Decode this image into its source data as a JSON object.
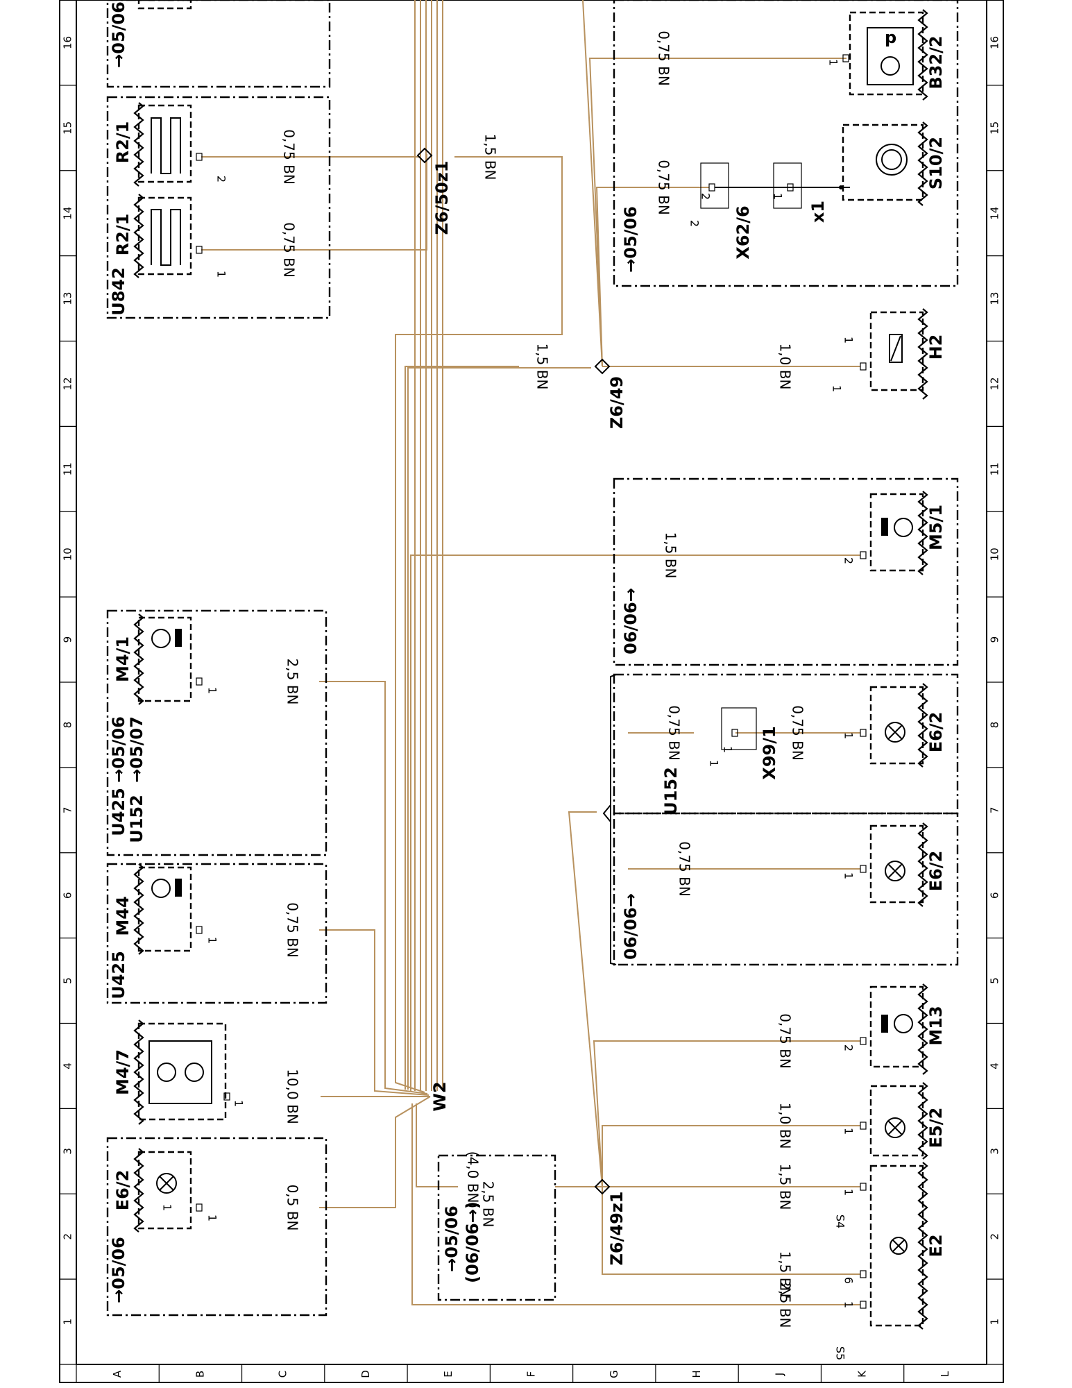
{
  "grid": {
    "columns": [
      "A",
      "B",
      "C",
      "D",
      "E",
      "F",
      "G",
      "H",
      "J",
      "K",
      "L"
    ],
    "rows": [
      "1",
      "2",
      "3",
      "4",
      "5",
      "6",
      "7",
      "8",
      "9",
      "10",
      "11",
      "12",
      "13",
      "14",
      "15",
      "16"
    ]
  },
  "components": {
    "E6_2": "E6/2",
    "M4_7": "M4/7",
    "M44": "M44",
    "M4_1": "M4/1",
    "R2_1a": "R2/1",
    "R2_1b": "R2/1",
    "E2": "E2",
    "E5_2": "E5/2",
    "M13": "M13",
    "E6_2b": "E6/2",
    "E6_2c": "E6/2",
    "X99_1": "X99/1",
    "M5_1": "M5/1",
    "H2": "H2",
    "X62_6": "X62/6",
    "x1": "x1",
    "S10_2": "S10/2",
    "B32_2": "B32/2",
    "W2": "W2",
    "Z6_49z1": "Z6/49z1",
    "Z6_49": "Z6/49",
    "Z6_50z1": "Z6/50z1",
    "U842": "U842",
    "U425": "U425",
    "U425b": "U425",
    "U152": "U152",
    "U152b": "U152"
  },
  "validity": {
    "v1": "→05/06",
    "v2": "→05/06",
    "v3": "→05/06",
    "v4": "→05/06",
    "v5": "(06/06→)",
    "v6": "→05/07",
    "v7": "06/06→",
    "v8": "06/06→",
    "v9": "→05/06"
  },
  "wires": {
    "w_e62": "0,5 BN",
    "w_m47": "10,0 BN",
    "w_m44": "0,75 BN",
    "w_m41": "2,5 BN",
    "w_r21a": "0,75 BN",
    "w_r21b": "0,75 BN",
    "w_z650": "1,5 BN",
    "w_e2_s5": "2,5 BN",
    "w_e2_6": "1,5 BN",
    "w_e2_s4": "1,5 BN",
    "w_e52": "1,0 BN",
    "w_m13": "0,75 BN",
    "w_e62b": "0,75 BN",
    "w_x991a": "0,75 BN",
    "w_x991b": "0,75 BN",
    "w_m51": "1,5 BN",
    "w_z649": "1,5 BN",
    "w_h2": "1,0 BN",
    "w_x626": "0,75 BN",
    "w_b322": "0,75 BN",
    "w_alt1": "2,5 BN",
    "w_alt2": "(4,0 BN)"
  },
  "pins": {
    "p1": "1",
    "p2": "1",
    "p3": "1",
    "p4": "1",
    "p5": "1",
    "p6": "2",
    "p7": "1",
    "p8": "6",
    "p9": "1",
    "p10": "1",
    "p11": "2",
    "p12": "1",
    "p13": "1",
    "p14": "1",
    "p15": "1",
    "p16": "2",
    "p17": "1",
    "p18": "2",
    "p19": "2",
    "p20": "1",
    "p21": "1",
    "p22": "1",
    "p23": "1",
    "s5": "S5",
    "s4": "S4"
  },
  "colors": {
    "wire": "#b8925f",
    "line": "#000000"
  }
}
